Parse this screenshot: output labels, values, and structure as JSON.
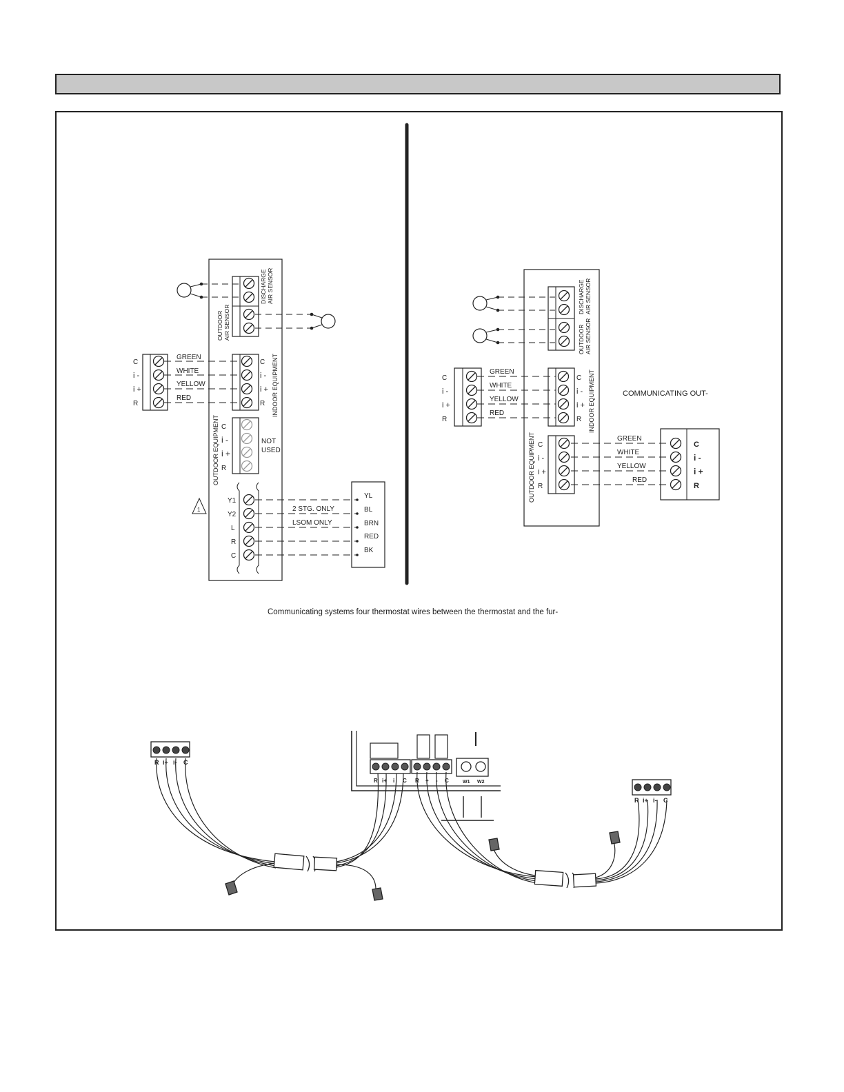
{
  "caption": "Communicating systems four thermostat wires between the thermostat and the fur-",
  "left_diagram": {
    "discharge_sensor": [
      "DISCHARGE",
      "AIR SENSOR"
    ],
    "outdoor_sensor": [
      "OUTDOOR",
      "AIR SENSOR"
    ],
    "indoor_equipment": "INDOOR EQUIPMENT",
    "outdoor_equipment": "OUTDOOR EQUIPMENT",
    "terminals": [
      "C",
      "i -",
      "i +",
      "R"
    ],
    "wires": [
      "GREEN",
      "WHITE",
      "YELLOW",
      "RED"
    ],
    "not_used": [
      "NOT",
      "USED"
    ],
    "legacy_terminals": [
      "Y1",
      "Y2",
      "L",
      "R",
      "C"
    ],
    "legacy_wires": [
      "YL",
      "BL",
      "BRN",
      "RED",
      "BK"
    ],
    "two_stage_note": "2 STG. ONLY",
    "lsom_note": "LSOM ONLY",
    "note_marker": "1"
  },
  "right_diagram": {
    "discharge_sensor": [
      "DISCHARGE",
      "AIR SENSOR"
    ],
    "outdoor_sensor": [
      "OUTDOOR",
      "AIR SENSOR"
    ],
    "indoor_equipment": "INDOOR EQUIPMENT",
    "outdoor_equipment": "OUTDOOR EQUIPMENT",
    "terminals": [
      "C",
      "i -",
      "i +",
      "R"
    ],
    "wires": [
      "GREEN",
      "WHITE",
      "YELLOW",
      "RED"
    ],
    "communicating_label": "COMMUNICATING OUT-",
    "outdoor_terminals": [
      "C",
      "i -",
      "i +",
      "R"
    ],
    "outdoor_wires": [
      "GREEN",
      "WHITE",
      "YELLOW",
      "RED"
    ]
  },
  "photo": {
    "left_plug_labels": [
      "R",
      "i+",
      "i-",
      "C"
    ],
    "board_labels_a": [
      "R",
      "i+",
      "i",
      "C"
    ],
    "board_labels_b": [
      "R",
      "+",
      "-",
      "C"
    ],
    "board_labels_w": [
      "W1",
      "W2"
    ],
    "right_plug_labels": [
      "R",
      "i+",
      "i-",
      "C"
    ]
  }
}
